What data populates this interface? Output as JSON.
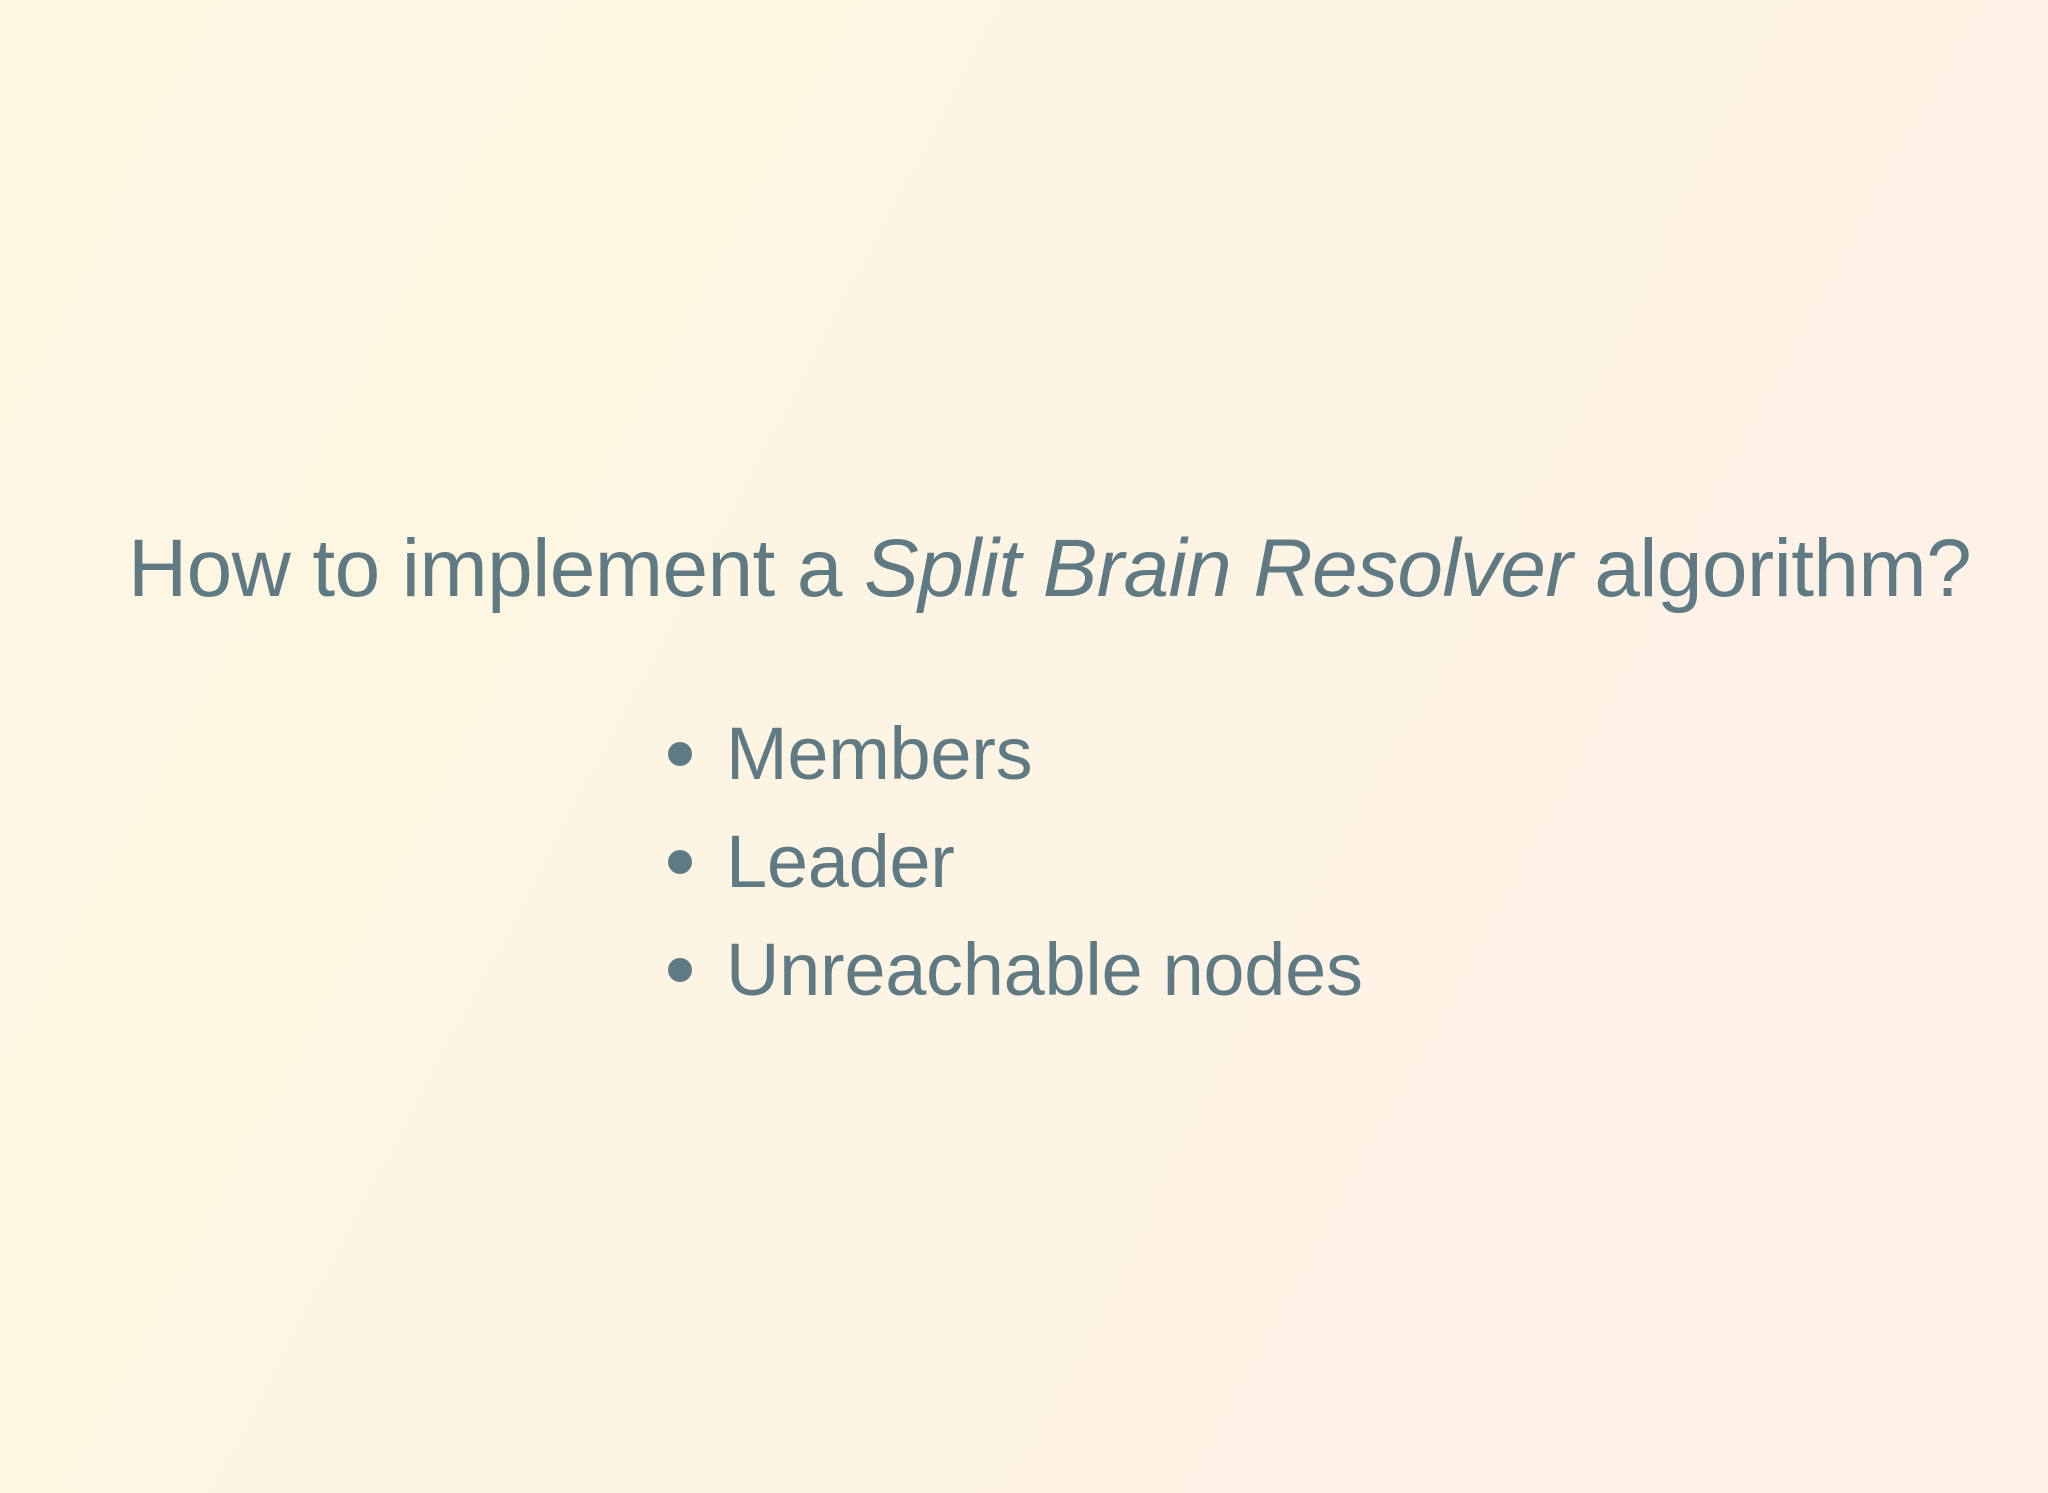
{
  "slide": {
    "background_color_top": "#fdf7e2",
    "background_color_bottom": "#fef1e6",
    "text_color": "#607a83",
    "title": {
      "before_emphasis": "How to implement a ",
      "emphasis": "Split Brain Resolver",
      "after_emphasis": " algorithm?",
      "full_text": "How to implement a Split Brain Resolver algorithm?"
    },
    "bullets": [
      {
        "label": "Members",
        "marker": "bullet-dot-icon"
      },
      {
        "label": "Leader",
        "marker": "bullet-dot-icon"
      },
      {
        "label": "Unreachable nodes",
        "marker": "bullet-dot-icon"
      }
    ]
  }
}
